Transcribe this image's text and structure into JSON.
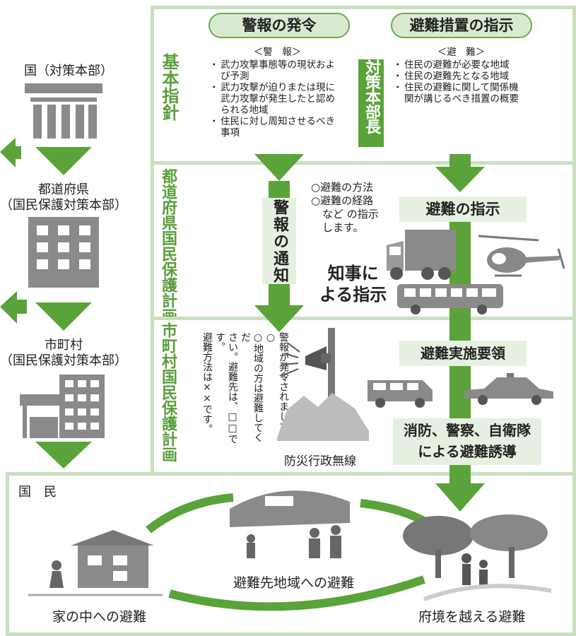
{
  "left_column": {
    "national": "国（対策本部）",
    "prefecture_line1": "都道府県",
    "prefecture_line2": "（国民保護対策本部）",
    "municipality_line1": "市町村",
    "municipality_line2": "（国民保護対策本部）"
  },
  "basic_policy": {
    "title": "基本指針",
    "pill_warning": "警報の発令",
    "pill_evac": "避難措置の指示",
    "warning_header": "＜警　報＞",
    "warning_items": [
      "武力攻撃事態等の現状および予測",
      "武力攻撃が迫りまたは現に武力攻撃が発生したと認められる地域",
      "住民に対し周知させるべき事項"
    ],
    "chief": "対策本部長",
    "evac_header": "＜避　難＞",
    "evac_items": [
      "住民の避難が必要な地域",
      "住民の避難先となる地域",
      "住民の避難に関して関係機関が講じるべき措置の概要"
    ]
  },
  "prefecture_plan": {
    "title": "都道府県国民保護計画",
    "notice": "警報の通知",
    "method_1": "○避難の方法",
    "method_2": "○避難の経路",
    "method_3": "など の指示",
    "method_4": "します。",
    "evac_instruction": "避難の指示",
    "governor_1": "知事に",
    "governor_2": "よる指示"
  },
  "municipal_plan": {
    "title": "市町村国民保護計画",
    "broadcast_lines": [
      "警報が発令されました。○",
      "○地域の方は避難してくだ",
      "さい。避難先は、□□です。",
      "避難方法は××です。"
    ],
    "radio": "防災行政無線",
    "guidelines": "避難実施要領",
    "guidance_1": "消防、警察、自衛隊",
    "guidance_2": "による避難誘導"
  },
  "citizens": {
    "title": "国　民",
    "home": "家の中への避難",
    "destination": "避難先地域への避難",
    "cross_border": "府境を越える避難"
  },
  "colors": {
    "green": "#5aa33a",
    "frame": "#c9dfbf",
    "light": "#e6f0e0"
  }
}
